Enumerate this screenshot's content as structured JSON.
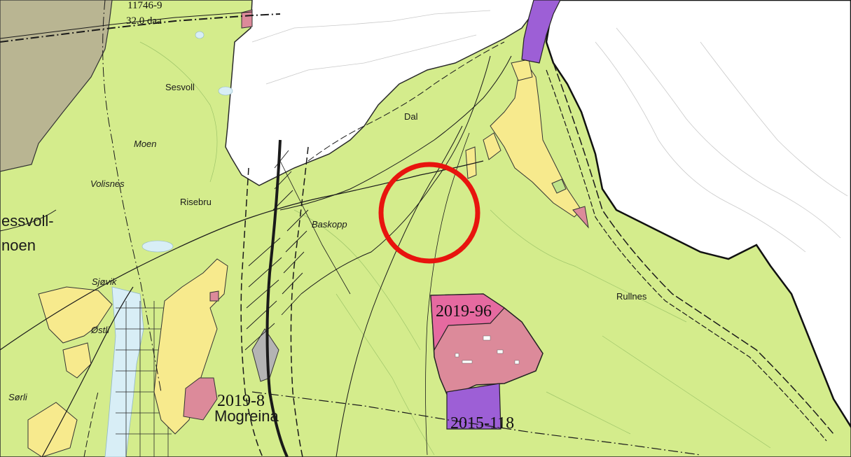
{
  "colors": {
    "agri_green": "#d4ec8c",
    "grey_brown": "#b9b592",
    "residential": "#f7ea8d",
    "pink_zone": "#dc8a9a",
    "pink_bright": "#e56aa0",
    "purple_zone": "#9d5fd6",
    "water": "#d8eef6",
    "highlight_red": "#e8140e"
  },
  "places": {
    "sesvoll": "Sesvoll",
    "moen": "Moen",
    "volisnes": "Volisnes",
    "risebru": "Risebru",
    "sesvollmoen_1": "essvoll-",
    "sesvollmoen_2": "noen",
    "sjovik": "Sjøvik",
    "ostli": "Østli",
    "sorli": "Sørli",
    "dal": "Dal",
    "baskopp": "Baskopp",
    "rullnes": "Rullnes",
    "mogreina": "Mogreina"
  },
  "plans": {
    "plan_2019_96": "2019-96",
    "plan_2019_8": "2019-8",
    "plan_2015_118": "2015-118",
    "area_top": "32.0 daa",
    "plan_top": "11746-9"
  }
}
